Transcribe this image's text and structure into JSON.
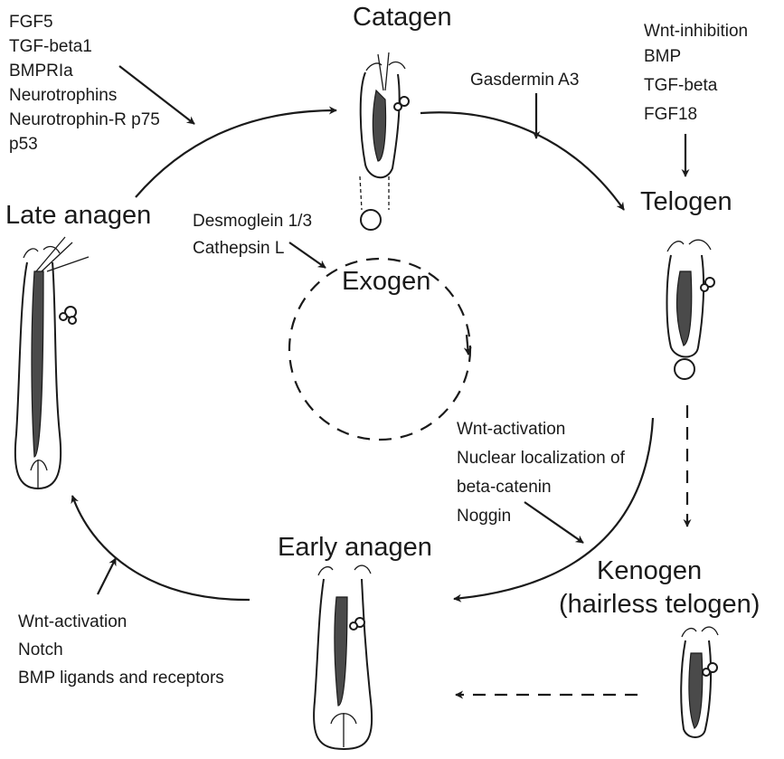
{
  "stages": {
    "catagen": "Catagen",
    "telogen": "Telogen",
    "exogen": "Exogen",
    "late_anagen": "Late anagen",
    "early_anagen": "Early anagen",
    "kenogen_line1": "Kenogen",
    "kenogen_line2": "(hairless telogen)"
  },
  "regulators": {
    "late_to_catagen": [
      "FGF5",
      "TGF-beta1",
      "BMPRIa",
      "Neurotrophins",
      "Neurotrophin-R p75",
      "p53"
    ],
    "catagen_to_telogen": [
      "Gasdermin A3"
    ],
    "telogen_inhibition": [
      "Wnt-inhibition",
      "BMP",
      "TGF-beta",
      "FGF18"
    ],
    "exogen": [
      "Desmoglein 1/3",
      "Cathepsin L"
    ],
    "telogen_to_anagen": [
      "Wnt-activation",
      "Nuclear localization of",
      "beta-catenin",
      "Noggin"
    ],
    "early_to_late": [
      "Wnt-activation",
      "Notch",
      "BMP ligands and receptors"
    ]
  },
  "colors": {
    "ink": "#1a1a1a",
    "hair_shaft": "#4a4a4a",
    "background": "#ffffff"
  }
}
